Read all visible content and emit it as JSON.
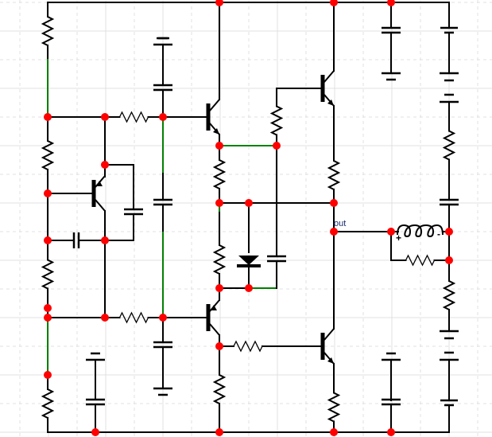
{
  "diagram": {
    "type": "circuit-schematic",
    "colors": {
      "wire": "#000000",
      "highlight_wire": "#008000",
      "node": "#ff0000",
      "grid_major": "#e0e0e0",
      "grid_minor": "#e6e6e6",
      "label": "#1a2a6c"
    },
    "labels": {
      "output_node": "out",
      "inductor_plus": "+",
      "inductor_minus": "-"
    },
    "components": [
      {
        "id": "R1",
        "kind": "resistor",
        "name": "bias-top-resistor"
      },
      {
        "id": "R2",
        "kind": "resistor",
        "name": "bias-mid-resistor"
      },
      {
        "id": "R3",
        "kind": "resistor",
        "name": "bias-lower-resistor"
      },
      {
        "id": "R4",
        "kind": "resistor",
        "name": "bias-bottom-resistor"
      },
      {
        "id": "R5",
        "kind": "resistor",
        "name": "upper-base-resistor"
      },
      {
        "id": "R6",
        "kind": "resistor",
        "name": "lower-base-resistor"
      },
      {
        "id": "R7",
        "kind": "resistor",
        "name": "upper-emitter-resistor"
      },
      {
        "id": "R8",
        "kind": "resistor",
        "name": "lower-collector-resistor"
      },
      {
        "id": "R9",
        "kind": "resistor",
        "name": "driver-base-resistor"
      },
      {
        "id": "R10",
        "kind": "resistor",
        "name": "output-upper-resistor"
      },
      {
        "id": "R11",
        "kind": "resistor",
        "name": "output-lower-resistor"
      },
      {
        "id": "R12",
        "kind": "resistor",
        "name": "driver-bottom-resistor"
      },
      {
        "id": "R13",
        "kind": "resistor",
        "name": "output-emitter-resistor"
      },
      {
        "id": "R14",
        "kind": "resistor",
        "name": "load-resistor"
      },
      {
        "id": "R15",
        "kind": "resistor",
        "name": "right-series-resistor-upper"
      },
      {
        "id": "R16",
        "kind": "resistor",
        "name": "right-series-resistor-lower"
      },
      {
        "id": "C1",
        "kind": "capacitor",
        "name": "coupling-capacitor"
      },
      {
        "id": "C2",
        "kind": "capacitor",
        "name": "feedback-capacitor"
      },
      {
        "id": "C3",
        "kind": "capacitor",
        "name": "upper-bypass-capacitor"
      },
      {
        "id": "C4",
        "kind": "capacitor",
        "name": "mid-capacitor"
      },
      {
        "id": "C5",
        "kind": "capacitor",
        "name": "lower-bypass-capacitor"
      },
      {
        "id": "C6",
        "kind": "capacitor",
        "name": "input-ground-capacitor"
      },
      {
        "id": "C7",
        "kind": "capacitor",
        "name": "diode-parallel-capacitor"
      },
      {
        "id": "C8",
        "kind": "capacitor",
        "name": "supply-decoupling-capacitor"
      },
      {
        "id": "C9",
        "kind": "capacitor",
        "name": "bottom-decoupling-capacitor"
      },
      {
        "id": "C10",
        "kind": "capacitor",
        "name": "right-capacitor"
      },
      {
        "id": "Q1",
        "kind": "pnp-transistor",
        "name": "input-pnp-transistor"
      },
      {
        "id": "Q2",
        "kind": "npn-transistor",
        "name": "upper-driver-transistor"
      },
      {
        "id": "Q3",
        "kind": "pnp-transistor",
        "name": "lower-driver-transistor"
      },
      {
        "id": "Q4",
        "kind": "npn-transistor",
        "name": "upper-output-transistor"
      },
      {
        "id": "Q5",
        "kind": "npn-transistor",
        "name": "lower-output-transistor"
      },
      {
        "id": "D1",
        "kind": "diode",
        "name": "bias-diode"
      },
      {
        "id": "L1",
        "kind": "inductor",
        "name": "output-inductor"
      },
      {
        "id": "B1",
        "kind": "battery",
        "name": "supply-battery-top"
      },
      {
        "id": "B2",
        "kind": "battery",
        "name": "supply-battery-mid"
      },
      {
        "id": "B3",
        "kind": "battery",
        "name": "supply-battery-bottom"
      }
    ]
  }
}
